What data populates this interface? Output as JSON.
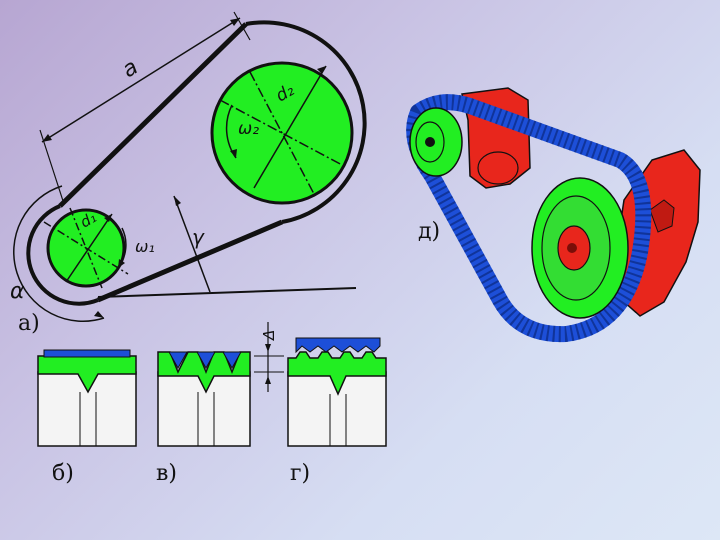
{
  "colors": {
    "pulley": "#22ee22",
    "belt_blue": "#1d4fd8",
    "housing_red": "#e8261c",
    "line": "#111111",
    "section_fill": "#f4f4f4"
  },
  "labels": {
    "distance": "a",
    "d1": "d₁",
    "d2": "d₂",
    "omega1": "ω₁",
    "omega2": "ω₂",
    "gamma": "γ",
    "alpha": "α",
    "delta": "Δ",
    "fig_a": "а)",
    "fig_b": "б)",
    "fig_v": "в)",
    "fig_g": "г)",
    "fig_d": "д)"
  },
  "icons": {
    "open_belt_drive": "belt-drive-schematic",
    "flat_belt_section": "flat-belt-section",
    "v_belt_section": "v-belt-section",
    "toothed_belt_section": "toothed-belt-section",
    "timing_belt_drive": "timing-belt-drive-illustration"
  }
}
